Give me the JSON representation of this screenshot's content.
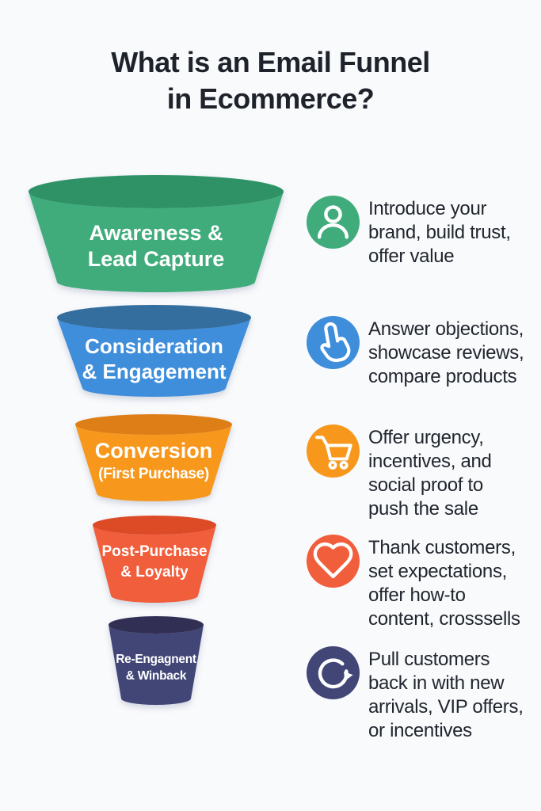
{
  "title": {
    "line1": "What is an Email Funnel",
    "line2": "in Ecommerce?"
  },
  "colors": {
    "background": "#F9FAFC",
    "title_text": "#1E222B",
    "description_text": "#21262E",
    "funnel_label_text": "#FFFFFF"
  },
  "stages": [
    {
      "name": "Awareness & Lead Capture",
      "label_line1": "Awareness &",
      "label_line2": "Lead Capture",
      "body_color": "#41AC7B",
      "top_color": "#2F9267",
      "icon": "person-icon",
      "desc_lines": [
        "Introduce your",
        "brand, build trust,",
        "offer value"
      ]
    },
    {
      "name": "Consideration & Engagement",
      "label_line1": "Consideration",
      "label_line2": "& Engagement",
      "body_color": "#3F8EDB",
      "top_color": "#346E9E",
      "icon": "tap-hand-icon",
      "desc_lines": [
        "Answer objections,",
        "showcase reviews,",
        "compare products"
      ]
    },
    {
      "name": "Conversion (First Purchase)",
      "label_line1": "Conversion",
      "label_line2": "(First Purchase)",
      "body_color": "#F7981D",
      "top_color": "#DE7E16",
      "icon": "shopping-cart-icon",
      "desc_lines": [
        "Offer urgency,",
        "incentives, and",
        "social proof to",
        "push the sale"
      ]
    },
    {
      "name": "Post-Purchase & Loyalty",
      "label_line1": "Post-Purchase",
      "label_line2": "& Loyalty",
      "body_color": "#F15E3B",
      "top_color": "#DC4A26",
      "icon": "heart-icon",
      "desc_lines": [
        "Thank customers,",
        "set expectations,",
        "offer how-to",
        "content, crosssells"
      ]
    },
    {
      "name": "Re-Engagnent & Winback",
      "label_line1": "Re-Engagnent",
      "label_line2": "& Winback",
      "body_color": "#414677",
      "top_color": "#322F55",
      "icon": "refresh-icon",
      "desc_lines": [
        "Pull customers",
        "back in with new",
        "arrivals, VIP offers,",
        "or incentives"
      ]
    }
  ]
}
